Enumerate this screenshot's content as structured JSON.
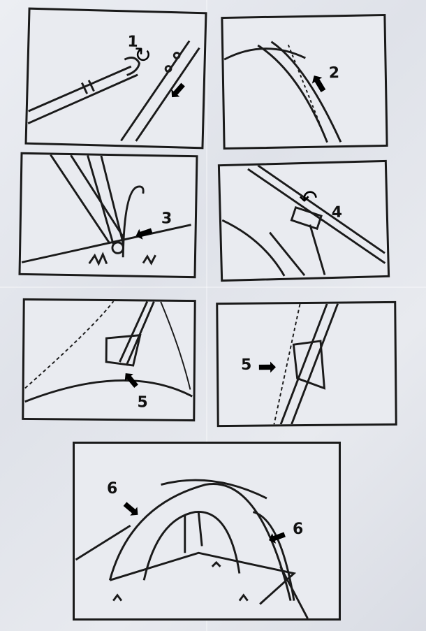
{
  "steps": {
    "s1": "1",
    "s2": "2",
    "s3": "3",
    "s4": "4",
    "s5a": "5",
    "s5b": "5",
    "s6a": "6",
    "s6b": "6"
  },
  "colors": {
    "ink": "#1a1a1a",
    "paper": "#e9ebf0"
  }
}
